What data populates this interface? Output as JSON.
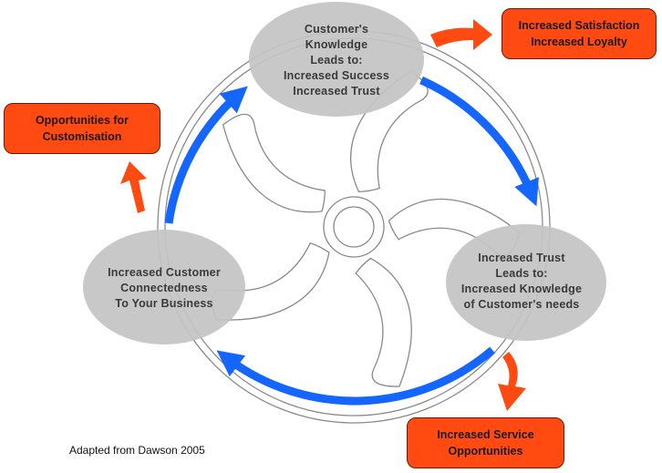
{
  "nodes": {
    "top": [
      "Customer's",
      "Knowledge",
      "Leads to:",
      "Increased Success",
      "Increased Trust"
    ],
    "right": [
      "Increased Trust",
      "Leads to:",
      "Increased Knowledge",
      "of Customer's needs"
    ],
    "left": [
      "Increased Customer",
      "Connectedness",
      "To Your Business"
    ]
  },
  "outcomes": {
    "satisfaction": [
      "Increased Satisfaction",
      "Increased Loyalty"
    ],
    "customisation": [
      "Opportunities for",
      "Customisation"
    ],
    "service": [
      "Increased Service",
      "Opportunities"
    ]
  },
  "credit": "Adapted from Dawson 2005",
  "colors": {
    "cycle_arrow": "#1565ff",
    "outcome_arrow": "#ff4a12",
    "outcome_box": "#ff4a12",
    "node_fill": "#c4c4c4",
    "wheel_line": "#8a8a8a"
  }
}
